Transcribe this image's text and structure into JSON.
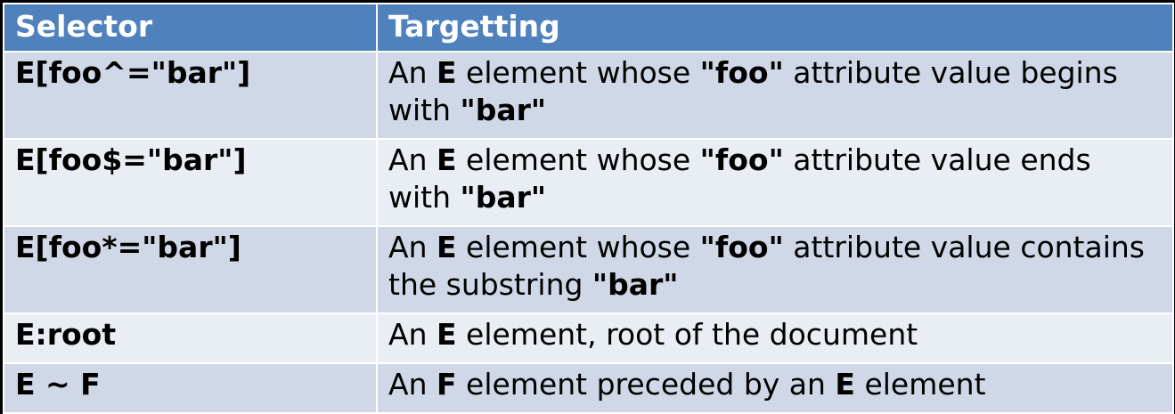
{
  "table": {
    "headers": {
      "selector": "Selector",
      "targetting": "Targetting"
    },
    "rows": [
      {
        "selector": "E[foo^=\"bar\"]",
        "desc": [
          {
            "text": "An ",
            "bold": false
          },
          {
            "text": "E",
            "bold": true
          },
          {
            "text": " element whose ",
            "bold": false
          },
          {
            "text": "\"foo\"",
            "bold": true
          },
          {
            "text": " attribute value begins with ",
            "bold": false
          },
          {
            "text": "\"bar\"",
            "bold": true
          }
        ]
      },
      {
        "selector": "E[foo$=\"bar\"]",
        "desc": [
          {
            "text": "An ",
            "bold": false
          },
          {
            "text": "E",
            "bold": true
          },
          {
            "text": " element whose ",
            "bold": false
          },
          {
            "text": "\"foo\"",
            "bold": true
          },
          {
            "text": " attribute value ends with ",
            "bold": false
          },
          {
            "text": "\"bar\"",
            "bold": true
          }
        ]
      },
      {
        "selector": "E[foo*=\"bar\"]",
        "desc": [
          {
            "text": "An ",
            "bold": false
          },
          {
            "text": "E",
            "bold": true
          },
          {
            "text": " element whose ",
            "bold": false
          },
          {
            "text": "\"foo\"",
            "bold": true
          },
          {
            "text": " attribute value contains the substring ",
            "bold": false
          },
          {
            "text": "\"bar\"",
            "bold": true
          }
        ]
      },
      {
        "selector": "E:root",
        "desc": [
          {
            "text": "An ",
            "bold": false
          },
          {
            "text": "E",
            "bold": true
          },
          {
            "text": " element, root of the document",
            "bold": false
          }
        ]
      },
      {
        "selector": "E ~ F",
        "desc": [
          {
            "text": "An ",
            "bold": false
          },
          {
            "text": "F",
            "bold": true
          },
          {
            "text": " element preceded by an ",
            "bold": false
          },
          {
            "text": "E",
            "bold": true
          },
          {
            "text": " element",
            "bold": false
          }
        ]
      }
    ]
  }
}
